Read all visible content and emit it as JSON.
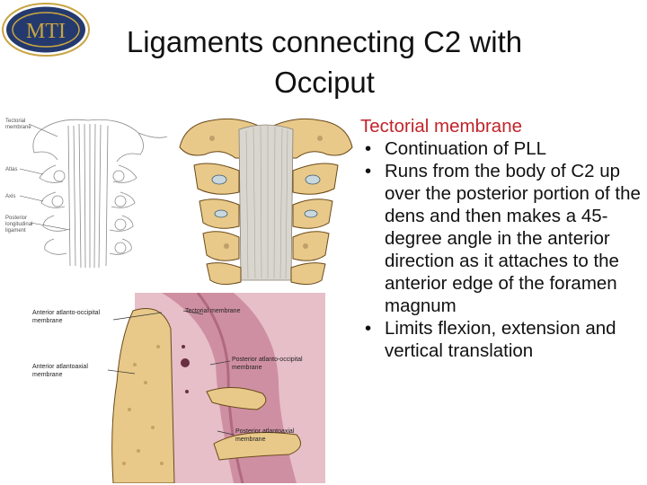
{
  "logo": {
    "text": "MTI"
  },
  "title": {
    "line1": "Ligaments connecting C2 with",
    "line2": "Occiput"
  },
  "content": {
    "heading": "Tectorial membrane",
    "bullets": [
      "Continuation of PLL",
      "Runs from the body of C2 up over the posterior portion of the dens and then makes a 45-degree angle in the anterior direction as it attaches to the anterior edge of the foramen magnum",
      "Limits flexion, extension and vertical translation"
    ]
  },
  "figure1": {
    "labels": [
      "Tectorial membrane",
      "Atlas",
      "Axis",
      "Posterior longitudinal ligament"
    ]
  },
  "figure3": {
    "labels": [
      "Anterior atlanto-occipital membrane",
      "Tectorial membrane",
      "Posterior atlanto-occipital membrane",
      "Anterior atlantoaxial membrane",
      "Posterior atlantoaxial membrane"
    ]
  },
  "colors": {
    "heading": "#c0242a",
    "logo_navy": "#243a6e",
    "logo_gold": "#c9a441",
    "bone": "#e8c98a",
    "tissue": "#d8a3b3"
  }
}
